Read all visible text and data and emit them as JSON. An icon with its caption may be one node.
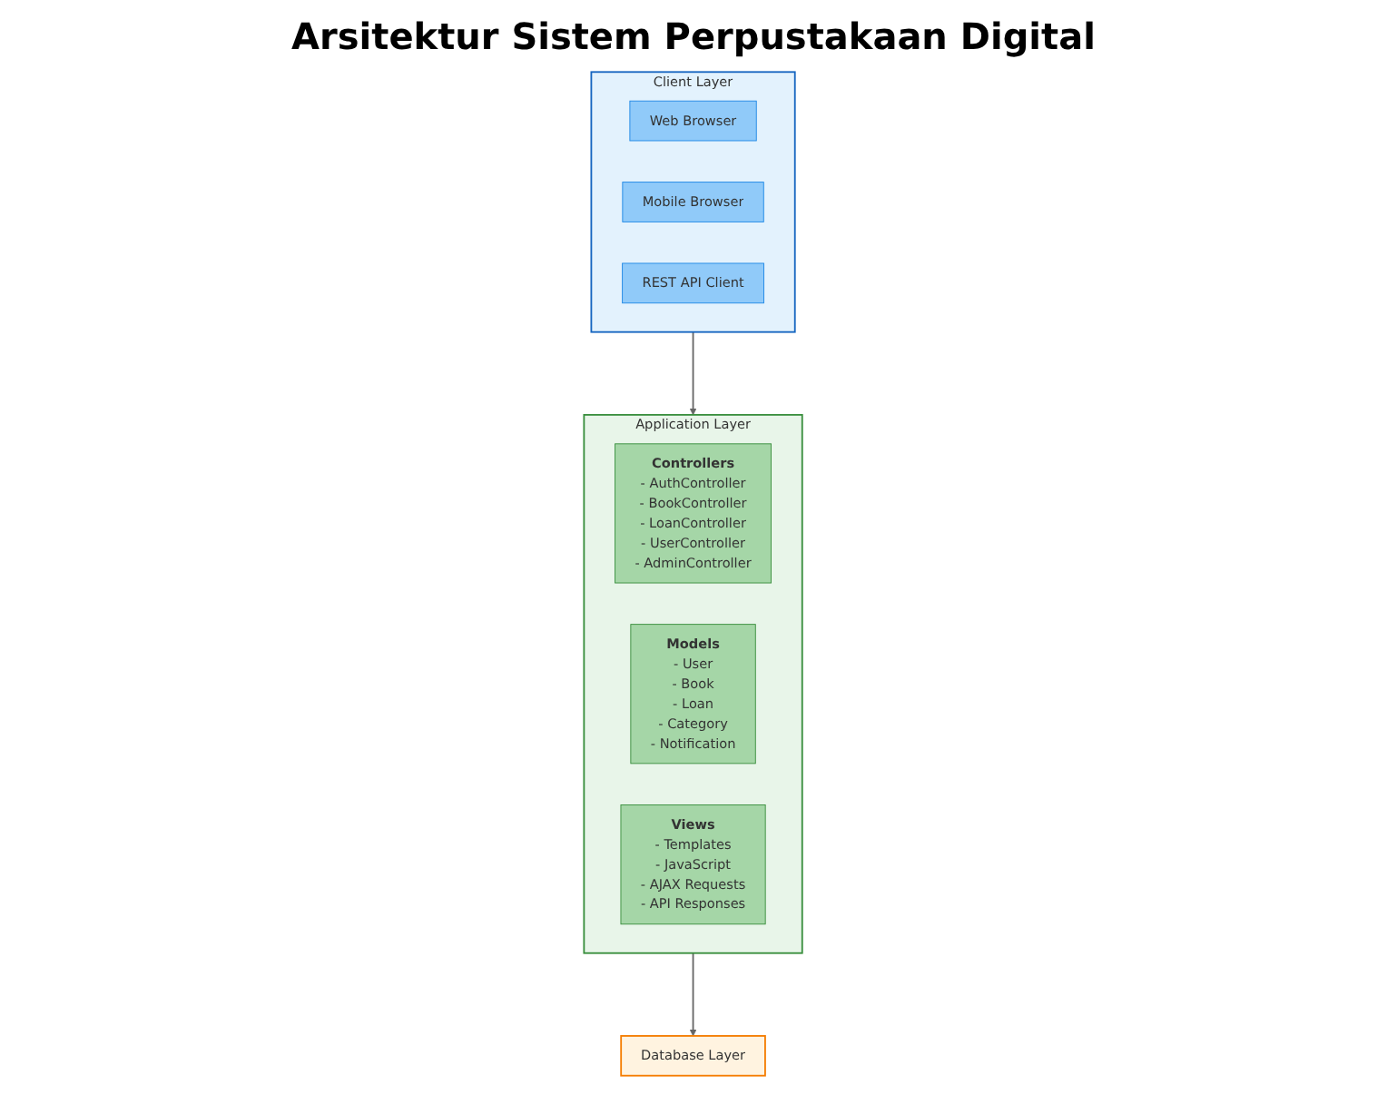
{
  "diagram": {
    "title": "Arsitektur Sistem Perpustakaan Digital",
    "nodes": [
      {
        "text": [
          "Client Layer"
        ]
      },
      {
        "text": [
          "Web Browser"
        ],
        "in": 0
      },
      {
        "text": [
          "Mobile Browser"
        ],
        "in": 0
      },
      {
        "text": [
          "REST API Client"
        ],
        "in": 0
      },
      {
        "text": [
          "Application Layer"
        ]
      },
      {
        "text": [
          "Controllers",
          "- AuthController",
          "- BookController",
          "- LoanController",
          "- UserController",
          "- AdminController"
        ],
        "in": 4
      },
      {
        "text": [
          "Models",
          "- User",
          "- Book",
          "- Loan",
          "- Category",
          "- Notification"
        ],
        "in": 4
      },
      {
        "text": [
          "Views",
          "- Templates",
          "- JavaScript",
          "- AJAX Requests",
          "- API Responses"
        ],
        "in": 4
      },
      {
        "text": [
          "Database Layer"
        ]
      }
    ],
    "edges": [
      {
        "from": 0,
        "to": 4,
        "arrow": "to"
      },
      {
        "from": 4,
        "to": 8,
        "arrow": "to"
      }
    ]
  }
}
